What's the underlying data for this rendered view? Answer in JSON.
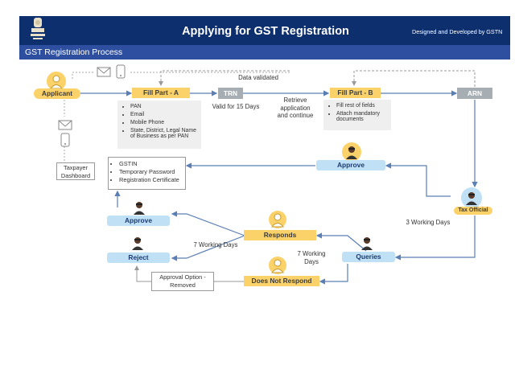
{
  "header": {
    "title": "Applying for GST Registration",
    "credit": "Designed and Developed by GSTN",
    "subtitle": "GST Registration Process"
  },
  "colors": {
    "header_bg": "#0d2f6e",
    "subbar_bg": "#2e4f9f",
    "yellow": "#fbd26a",
    "blue": "#bfe0f5",
    "gray": "#a6aeb4"
  },
  "nodes": {
    "applicant": "Applicant",
    "fill_a": "Fill Part - A",
    "trn": "TRN",
    "fill_b": "Fill Part - B",
    "arn": "ARN",
    "approve_top": "Approve",
    "tax_official": "Tax Official",
    "approve_left": "Approve",
    "reject": "Reject",
    "responds": "Responds",
    "queries": "Queries",
    "not_respond": "Does Not Respond"
  },
  "labels": {
    "data_validated": "Data validated",
    "valid_15": "Valid for 15 Days",
    "retrieve_line1": "Retrieve",
    "retrieve_line2": "application",
    "retrieve_line3": "and continue",
    "three_days": "3 Working Days",
    "seven_days_a": "7 Working Days",
    "seven_days_b_line1": "7 Working",
    "seven_days_b_line2": "Days",
    "approval_line1": "Approval Option -",
    "approval_line2": "Removed",
    "dashboard_line1": "Taxpayer",
    "dashboard_line2": "Dashboard"
  },
  "part_a_items": [
    "PAN",
    "Email",
    "Mobile Phone",
    "State, District, Legal Name of Business as per PAN"
  ],
  "part_b_items": [
    "Fill rest of fields",
    "Attach mandatory documents"
  ],
  "result_items": [
    "GSTIN",
    "Temporary Password",
    "Registration Certificate"
  ],
  "icons": [
    "emblem-icon",
    "person-icon",
    "email-icon",
    "mobile-icon",
    "officer-icon"
  ]
}
